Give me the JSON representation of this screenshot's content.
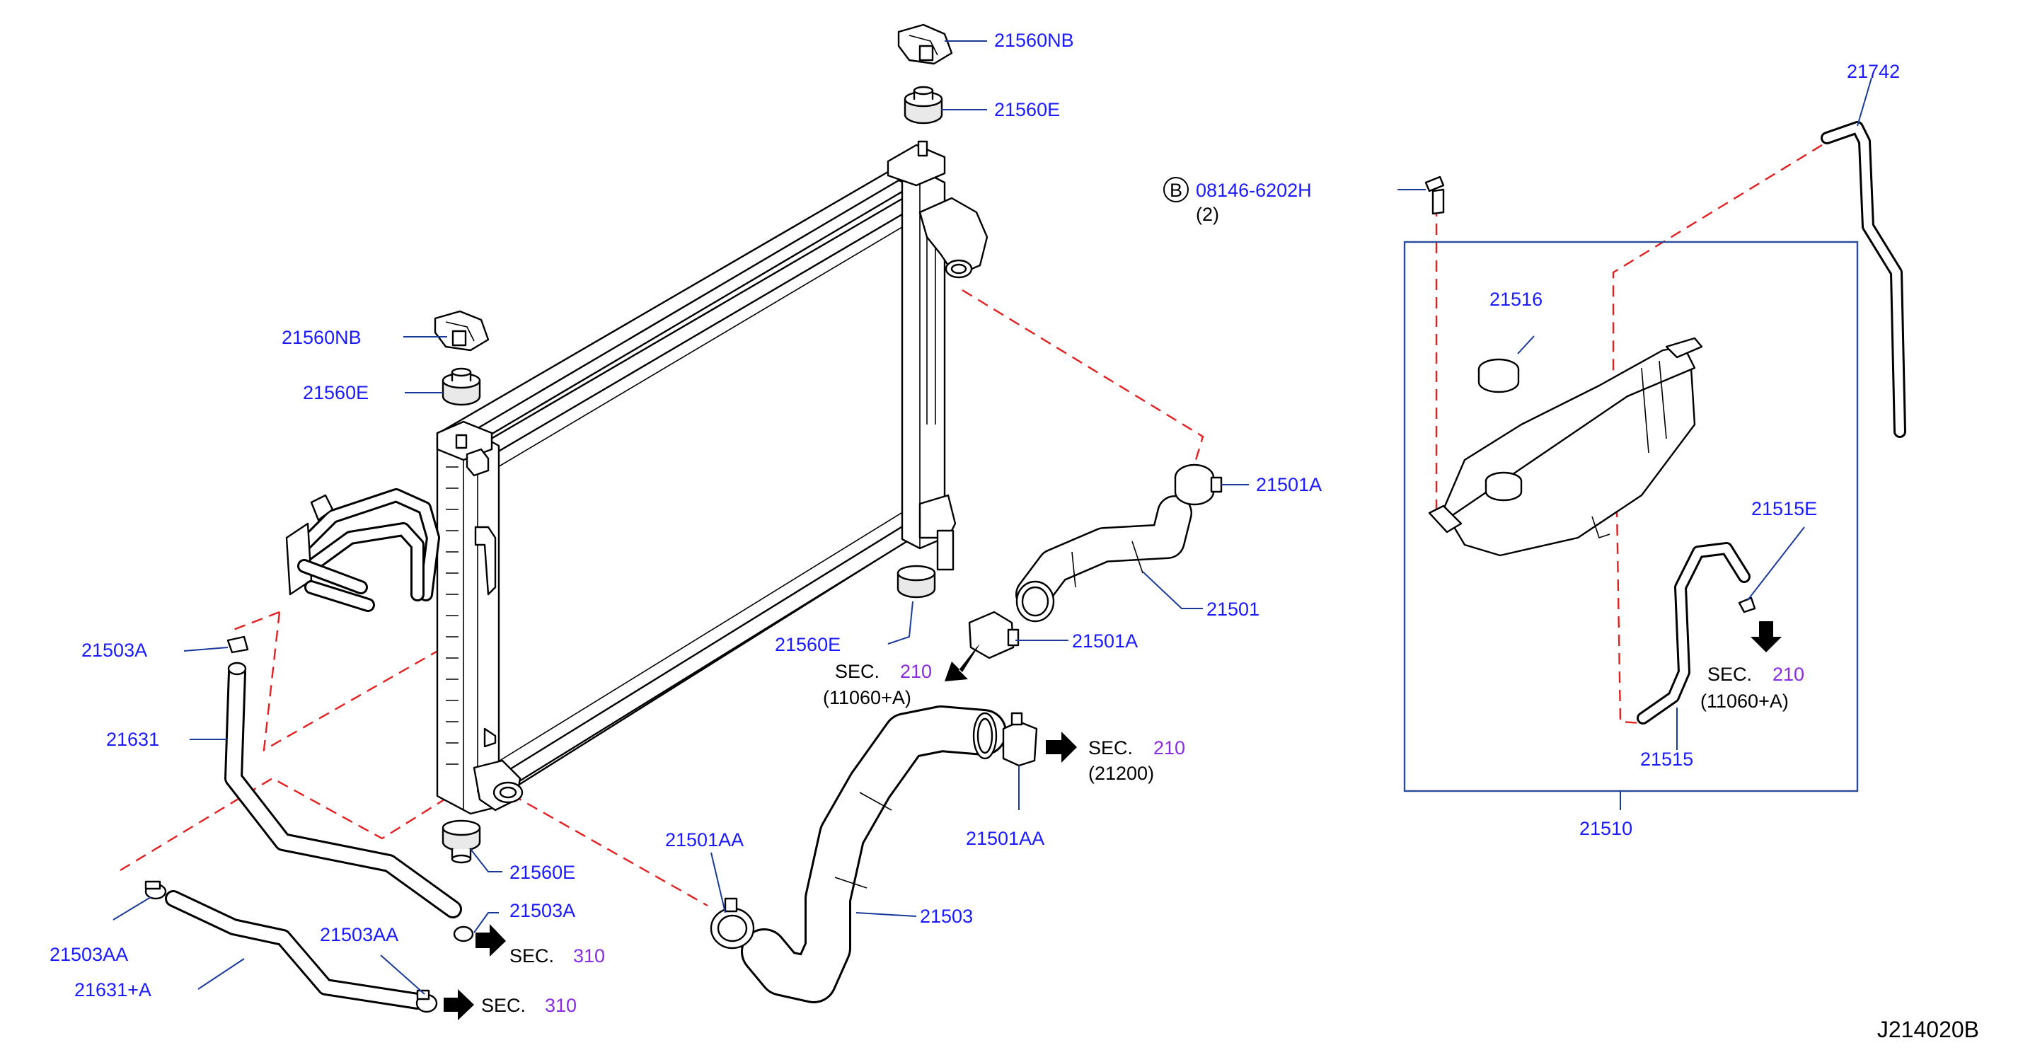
{
  "diagram_code": "J214020B",
  "bolt_badge": "B",
  "labels": {
    "p21560NB_top": "21560NB",
    "p21560E_top": "21560E",
    "p21560NB_left": "21560NB",
    "p21560E_left": "21560E",
    "p21560E_mid": "21560E",
    "p21560E_bottom": "21560E",
    "p21501A_upper": "21501A",
    "p21501": "21501",
    "p21501A_lower": "21501A",
    "p21503A_top": "21503A",
    "p21631": "21631",
    "p21503AA_left": "21503AA",
    "p21631A": "21631+A",
    "p21503AA_bottom": "21503AA",
    "p21503A_bottom": "21503A",
    "p21501AA_left": "21501AA",
    "p21501AA_right": "21501AA",
    "p21503": "21503",
    "p08146": "08146-6202H",
    "p08146_qty": "(2)",
    "p21742": "21742",
    "p21516": "21516",
    "p21515E": "21515E",
    "p21515": "21515",
    "p21510": "21510"
  },
  "sec_refs": {
    "sec210_left": {
      "prefix": "SEC.",
      "number": "210",
      "sub": "(11060+A)"
    },
    "sec210_mid": {
      "prefix": "SEC.",
      "number": "210",
      "sub": "(21200)"
    },
    "sec210_right": {
      "prefix": "SEC.",
      "number": "210",
      "sub": "(11060+A)"
    },
    "sec310_a": {
      "prefix": "SEC.",
      "number": "310"
    },
    "sec310_b": {
      "prefix": "SEC.",
      "number": "310"
    }
  },
  "colors": {
    "label": "#1a1aff",
    "sec_number": "#8a2be2",
    "dashed_guide": "#e32020",
    "leader": "#1a3a9a",
    "reservoir_box": "#2a4a9a"
  }
}
